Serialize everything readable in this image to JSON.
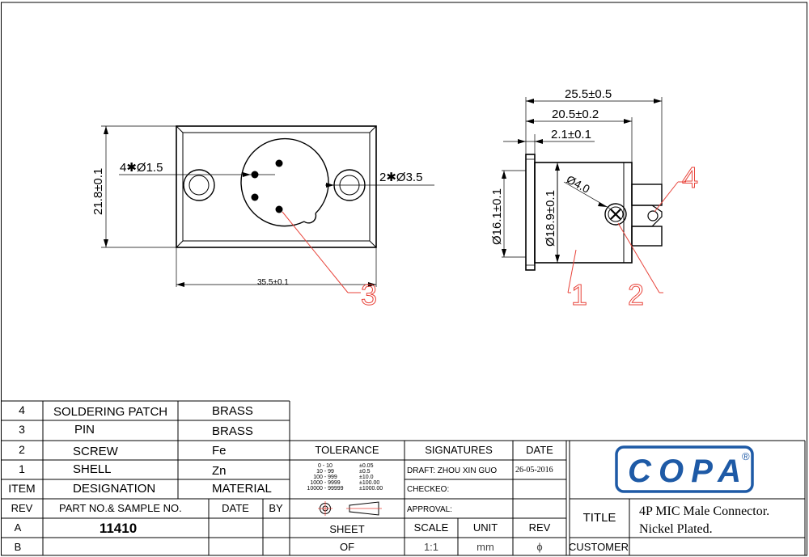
{
  "front_view": {
    "width_dim": "35.5±0.1",
    "height_dim": "21.8±0.1",
    "pin_dim": "4✱Ø1.5",
    "hole_dim": "2✱Ø3.5",
    "callout_pin": "3"
  },
  "side_view": {
    "dim_overall": "25.5±0.5",
    "dim_body": "20.5±0.2",
    "dim_flange": "2.1±0.1",
    "dim_small_dia": "Ø16.1±0.1",
    "dim_large_dia": "Ø18.9±0.1",
    "dim_screw": "Ø4.0",
    "callout_shell": "1",
    "callout_screw": "2",
    "callout_solder": "4"
  },
  "bom": [
    {
      "item": "4",
      "designation": "SOLDERING PATCH",
      "material": "BRASS"
    },
    {
      "item": "3",
      "designation": "PIN",
      "material": "BRASS"
    },
    {
      "item": "2",
      "designation": "SCREW",
      "material": "Fe"
    },
    {
      "item": "1",
      "designation": "SHELL",
      "material": "Zn"
    }
  ],
  "bom_header": {
    "item": "ITEM",
    "designation": "DESIGNATION",
    "material": "MATERIAL"
  },
  "rev_header": {
    "rev": "REV",
    "part": "PART NO.& SAMPLE NO.",
    "date": "DATE",
    "by": "BY"
  },
  "rev_rows": [
    {
      "rev": "A",
      "part": "11410"
    },
    {
      "rev": "B",
      "part": ""
    }
  ],
  "tolerance": {
    "title": "TOLERANCE",
    "rows": [
      {
        "range": "0 - 10",
        "tol": "±0.05"
      },
      {
        "range": "10 - 99",
        "tol": "±0.5"
      },
      {
        "range": "100 - 999",
        "tol": "±10.0"
      },
      {
        "range": "1000 - 9999",
        "tol": "±100.00"
      },
      {
        "range": "10000 - 99999",
        "tol": "±1000.00"
      }
    ]
  },
  "signatures": {
    "title": "SIGNATURES",
    "date_title": "DATE",
    "draft": "DRAFT: ZHOU XIN GUO",
    "draft_date": "26-05-2016",
    "checked": "CHECKEO:",
    "approval": "APPROVAL:"
  },
  "sheet": {
    "sheet_label": "SHEET",
    "sheet_value": "OF",
    "scale_label": "SCALE",
    "scale_value": "1:1",
    "unit_label": "UNIT",
    "unit_value": "mm",
    "rev_label": "REV",
    "rev_value": "ϕ"
  },
  "title_block": {
    "title_label": "TITLE",
    "title_line1": "4P MIC Male Connector.",
    "title_line2": "Nickel Plated.",
    "customer_label": "CUSTOMER",
    "logo_text": "COPA",
    "logo_mark": "®"
  },
  "colors": {
    "line": "#000000",
    "callout": "#e8433a",
    "logo": "#1e5aa6"
  }
}
